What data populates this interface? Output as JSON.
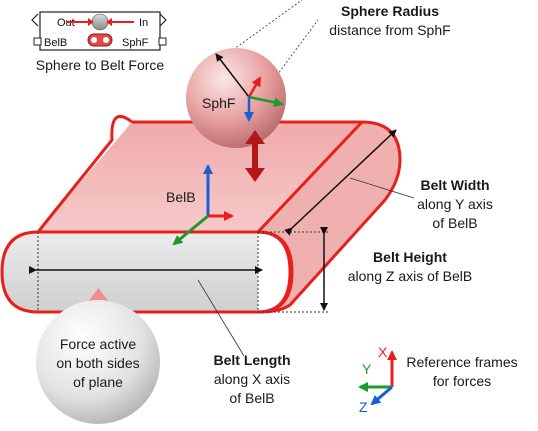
{
  "block": {
    "port_out": "Out",
    "port_in": "In",
    "port_belb": "BelB",
    "port_sphf": "SphF",
    "caption": "Sphere to Belt Force"
  },
  "sphere_radius": {
    "title": "Sphere Radius",
    "desc": "distance from SphF"
  },
  "sphere_frame": "SphF",
  "belt_frame": "BelB",
  "belt_width": {
    "title": "Belt Width",
    "line1": "along Y axis",
    "line2": "of BelB"
  },
  "belt_height": {
    "title": "Belt Height",
    "line1": "along Z axis of BelB"
  },
  "belt_length": {
    "title": "Belt Length",
    "line1": "along X axis",
    "line2": "of BelB"
  },
  "force_note": {
    "line1": "Force active",
    "line2": "on both sides",
    "line3": "of plane"
  },
  "legend": {
    "x": "X",
    "y": "Y",
    "z": "Z",
    "line1": "Reference frames",
    "line2": "for forces"
  },
  "colors": {
    "x_axis": "#e8201c",
    "y_axis": "#1e9a2a",
    "z_axis": "#1560d8",
    "belt_fill": "#f2b7b7",
    "belt_edge": "#e8201c",
    "belt_front": "#d9d9d9"
  }
}
